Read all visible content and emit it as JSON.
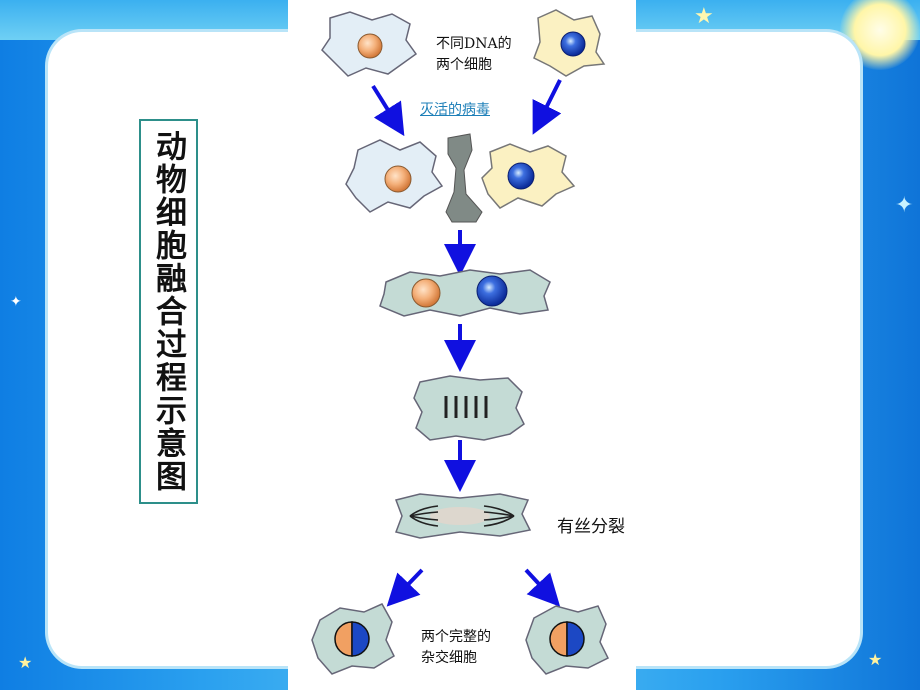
{
  "title": "动物细胞融合过程示意图",
  "labels": {
    "parent_cells": [
      "不同DNA的",
      "两个细胞"
    ],
    "virus": "灭活的病毒",
    "mitosis": "有丝分裂",
    "hybrid_cells": [
      "两个完整的",
      "杂交细胞"
    ]
  },
  "colors": {
    "frame_blue": "#1a86e6",
    "title_border": "#2d8f8a",
    "arrow": "#1010e0",
    "cell_left": "#e6f0f6",
    "cell_right": "#fbf3c6",
    "cell_fused": "#c6dcd6",
    "nucleus_orange": "#f1a062",
    "nucleus_blue": "#1c48c4"
  },
  "icons": [
    "star-icon",
    "circle-decoration"
  ]
}
